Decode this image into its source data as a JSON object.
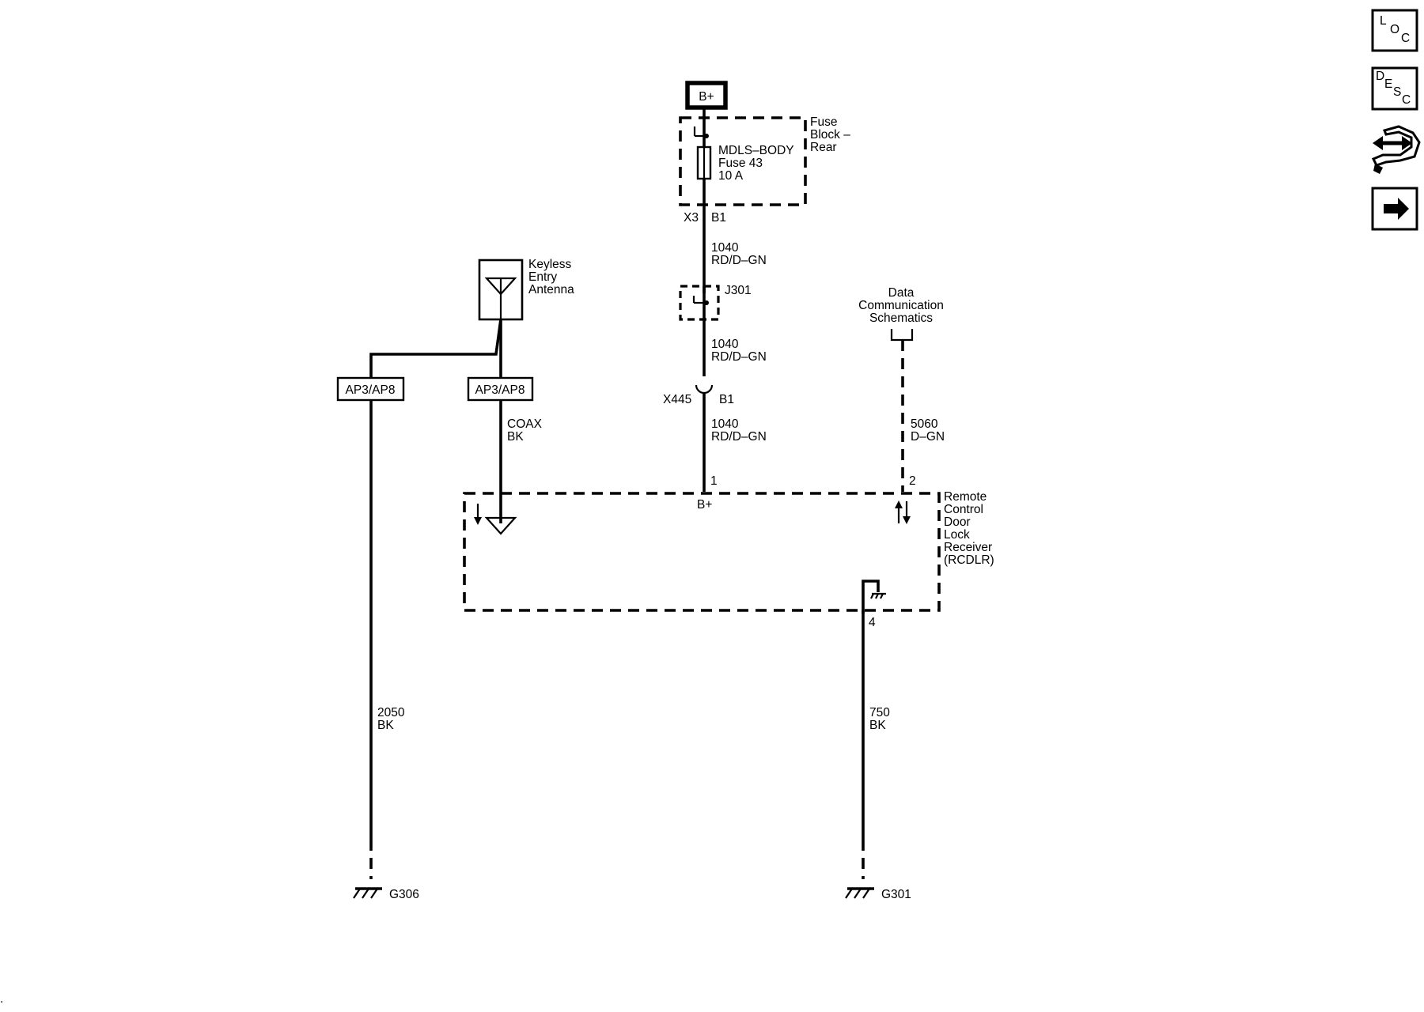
{
  "power_source": {
    "label": "B+"
  },
  "fuse_block": {
    "name_line1": "Fuse",
    "name_line2": "Block –",
    "name_line3": "Rear",
    "fuse_line1": "MDLS–BODY",
    "fuse_line2": "Fuse 43",
    "fuse_line3": "10 A",
    "connector": "X3",
    "pin": "B1"
  },
  "wire_1040_a": {
    "circuit": "1040",
    "color": "RD/D–GN"
  },
  "splice": {
    "label": "J301"
  },
  "wire_1040_b": {
    "circuit": "1040",
    "color": "RD/D–GN"
  },
  "inline_connector": {
    "label": "X445",
    "pin": "B1"
  },
  "wire_1040_c": {
    "circuit": "1040",
    "color": "RD/D–GN"
  },
  "antenna": {
    "line1": "Keyless",
    "line2": "Entry",
    "line3": "Antenna"
  },
  "ap_left": {
    "label": "AP3/AP8"
  },
  "ap_right": {
    "label": "AP3/AP8"
  },
  "coax": {
    "line1": "COAX",
    "line2": "BK"
  },
  "data_comm": {
    "line1": "Data",
    "line2": "Communication",
    "line3": "Schematics"
  },
  "wire_5060": {
    "circuit": "5060",
    "color": "D–GN"
  },
  "rcdlr": {
    "line1": "Remote",
    "line2": "Control",
    "line3": "Door",
    "line4": "Lock",
    "line5": "Receiver",
    "line6": "(RCDLR)",
    "pin_bplus": "1",
    "pin_bplus_label": "B+",
    "pin_data": "2",
    "pin_ground": "4"
  },
  "wire_2050": {
    "circuit": "2050",
    "color": "BK"
  },
  "wire_750": {
    "circuit": "750",
    "color": "BK"
  },
  "ground_left": {
    "label": "G306"
  },
  "ground_right": {
    "label": "G301"
  },
  "nav": {
    "loc": {
      "c1": "L",
      "c2": "O",
      "c3": "C"
    },
    "desc": {
      "c1": "D",
      "c2": "E",
      "c3": "S",
      "c4": "C"
    }
  }
}
